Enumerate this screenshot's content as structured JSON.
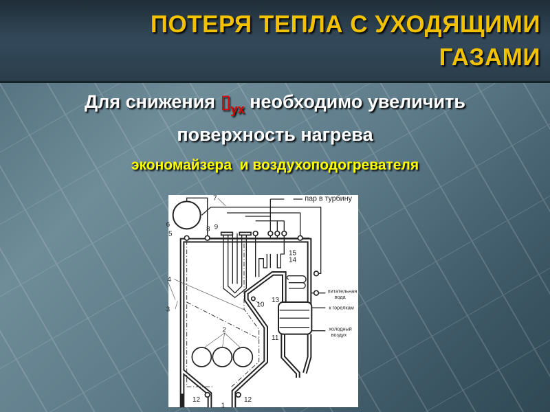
{
  "title": {
    "line1": "ПОТЕРЯ ТЕПЛА С УХОДЯЩИМИ",
    "line2": "ГАЗАМИ",
    "color": "#f2c200"
  },
  "body": {
    "line1_before": "Для снижения",
    "symbol": "▯",
    "subscript": "ух",
    "line1_after": "необходимо увеличить",
    "line2": "поверхность нагрева",
    "line3": "экономайзера  и воздухоподогревателя",
    "highlight_color": "#ffff00",
    "symbol_color": "#e00000"
  },
  "diagram": {
    "labels": {
      "n1": "1",
      "n2": "2",
      "n3": "3",
      "n4": "4",
      "n5": "5",
      "n6": "6",
      "n7": "7",
      "n8": "8",
      "n9": "9",
      "n10": "10",
      "n11": "11",
      "n12a": "12",
      "n12b": "12",
      "n13": "13",
      "n14": "14",
      "n15": "15",
      "steam": "пар в турбину",
      "feedwater1": "питательная",
      "feedwater2": "вода",
      "burners": "к горелкам",
      "coldair1": "холодный",
      "coldair2": "воздух"
    }
  }
}
